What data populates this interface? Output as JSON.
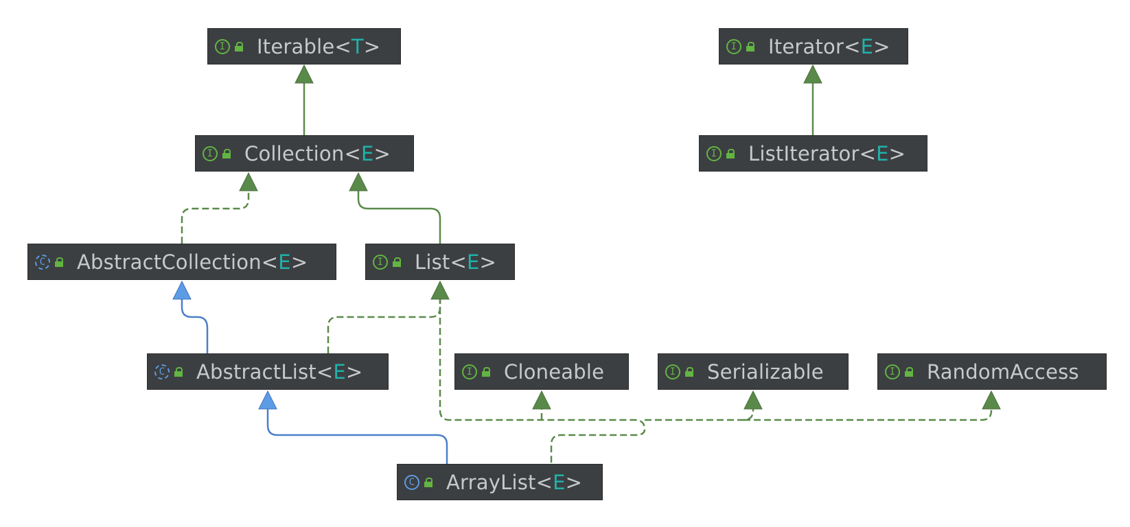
{
  "colors": {
    "node_bg": "#3c3f41",
    "node_text": "#c7c9cc",
    "type_param": "#20b2aa",
    "interface_icon": "#62b543",
    "class_icon": "#5c9be6",
    "implements_edge": "#5a8a4a",
    "extends_edge": "#4a7fc9"
  },
  "nodes": {
    "iterable": {
      "kind": "interface",
      "icon": "interface-icon",
      "name": "Iterable",
      "open": "<",
      "param": "T",
      "close": ">"
    },
    "iterator": {
      "kind": "interface",
      "icon": "interface-icon",
      "name": "Iterator",
      "open": "<",
      "param": "E",
      "close": ">"
    },
    "collection": {
      "kind": "interface",
      "icon": "interface-icon",
      "name": "Collection",
      "open": "<",
      "param": "E",
      "close": ">"
    },
    "list_iterator": {
      "kind": "interface",
      "icon": "interface-icon",
      "name": "ListIterator",
      "open": "<",
      "param": "E",
      "close": ">"
    },
    "abstract_collection": {
      "kind": "abstract class",
      "icon": "abstract-class-icon",
      "name": "AbstractCollection",
      "open": "<",
      "param": "E",
      "close": ">"
    },
    "list": {
      "kind": "interface",
      "icon": "interface-icon",
      "name": "List",
      "open": "<",
      "param": "E",
      "close": ">"
    },
    "abstract_list": {
      "kind": "abstract class",
      "icon": "abstract-class-icon",
      "name": "AbstractList",
      "open": "<",
      "param": "E",
      "close": ">"
    },
    "cloneable": {
      "kind": "interface",
      "icon": "interface-icon",
      "name": "Cloneable"
    },
    "serializable": {
      "kind": "interface",
      "icon": "interface-icon",
      "name": "Serializable"
    },
    "random_access": {
      "kind": "interface",
      "icon": "interface-icon",
      "name": "RandomAccess"
    },
    "array_list": {
      "kind": "class",
      "icon": "class-icon",
      "name": "ArrayList",
      "open": "<",
      "param": "E",
      "close": ">"
    }
  },
  "edges": [
    {
      "from": "Collection",
      "to": "Iterable",
      "type": "extends-interface"
    },
    {
      "from": "ListIterator",
      "to": "Iterator",
      "type": "extends-interface"
    },
    {
      "from": "AbstractCollection",
      "to": "Collection",
      "type": "implements"
    },
    {
      "from": "List",
      "to": "Collection",
      "type": "extends-interface"
    },
    {
      "from": "AbstractList",
      "to": "AbstractCollection",
      "type": "extends"
    },
    {
      "from": "AbstractList",
      "to": "List",
      "type": "implements"
    },
    {
      "from": "ArrayList",
      "to": "AbstractList",
      "type": "extends"
    },
    {
      "from": "ArrayList",
      "to": "List",
      "type": "implements"
    },
    {
      "from": "ArrayList",
      "to": "Cloneable",
      "type": "implements"
    },
    {
      "from": "ArrayList",
      "to": "Serializable",
      "type": "implements"
    },
    {
      "from": "ArrayList",
      "to": "RandomAccess",
      "type": "implements"
    }
  ]
}
